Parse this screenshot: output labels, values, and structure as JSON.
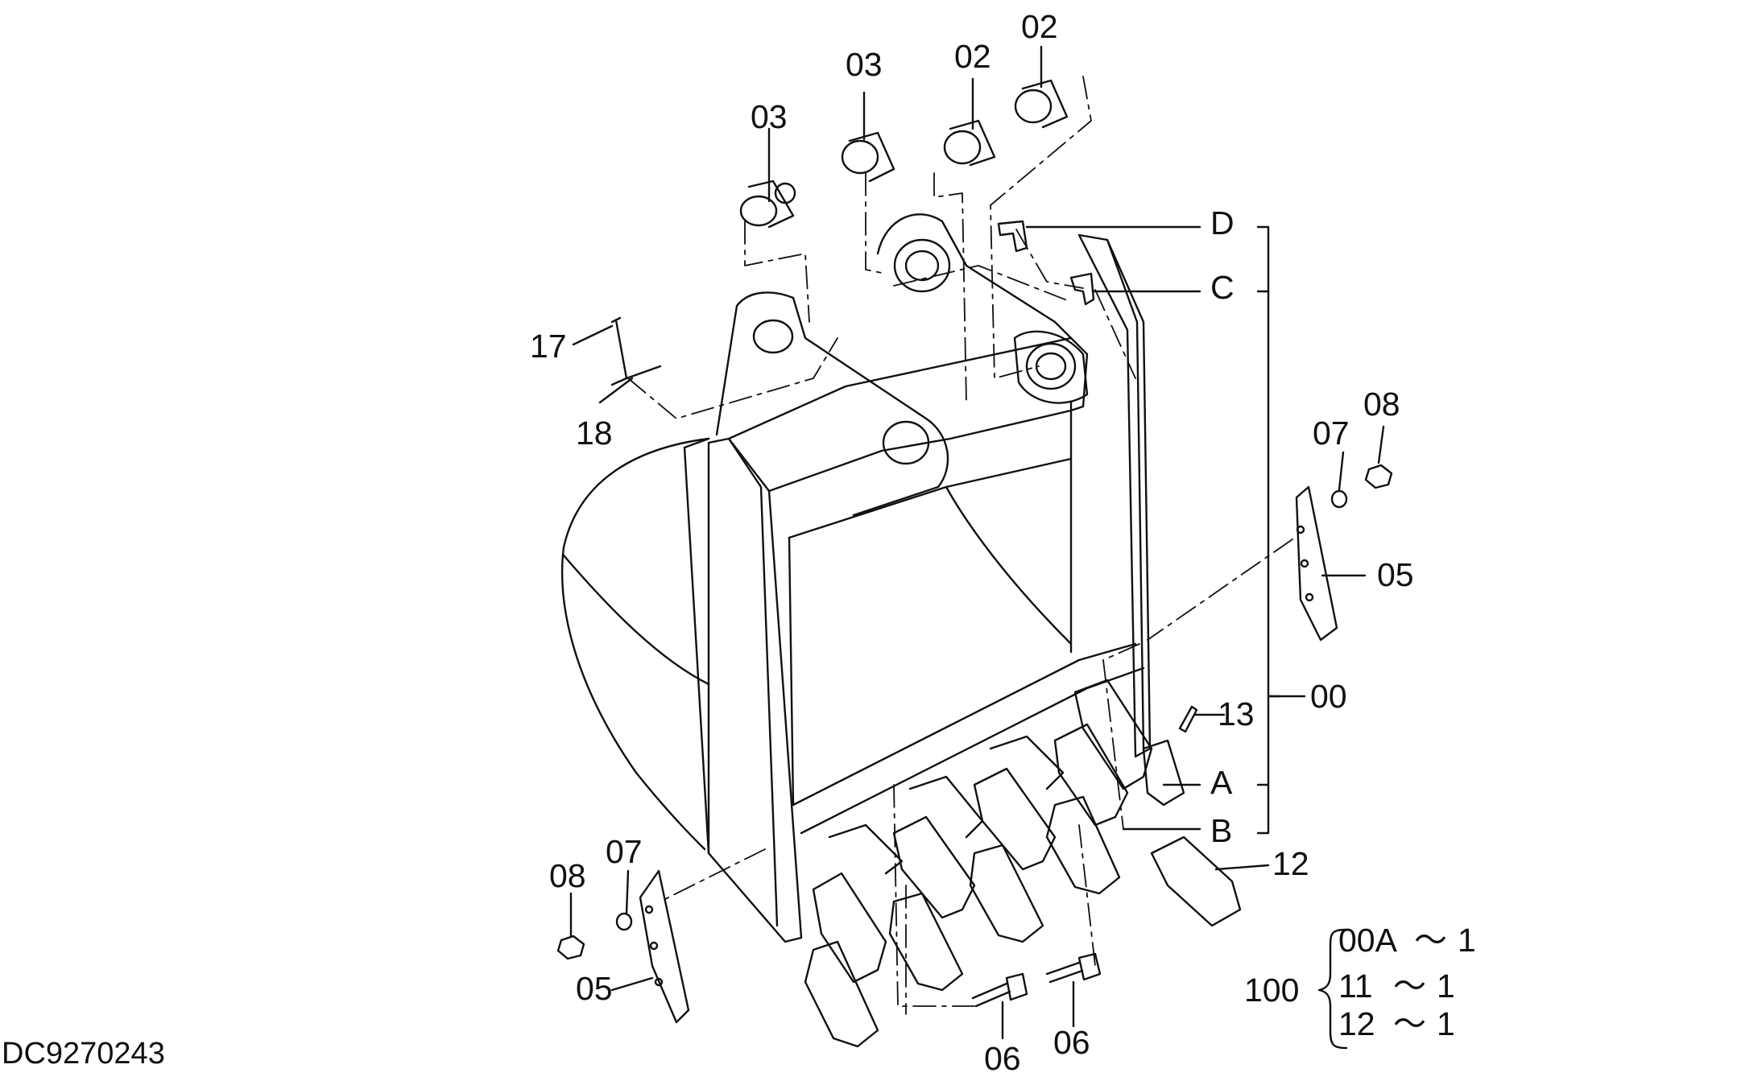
{
  "document_code": "DC9270243",
  "callouts": {
    "c03_left": "03",
    "c03_mid": "03",
    "c02_mid": "02",
    "c02_right": "02",
    "cD": "D",
    "cC": "C",
    "c17": "17",
    "c18": "18",
    "c07_right": "07",
    "c08_right": "08",
    "c05_right": "05",
    "c00": "00",
    "c13": "13",
    "cA": "A",
    "cB": "B",
    "c12": "12",
    "c08_left": "08",
    "c07_left": "07",
    "c05_left": "05",
    "c06_left": "06",
    "c06_right": "06"
  },
  "assembly_legend": {
    "parent": "100",
    "rows": [
      {
        "item": "00A",
        "separator": "～",
        "qty": "1"
      },
      {
        "item": "11",
        "separator": "～",
        "qty": "1"
      },
      {
        "item": "12",
        "separator": "～",
        "qty": "1"
      }
    ]
  },
  "colors": {
    "line": "#111111",
    "background": "#ffffff"
  }
}
